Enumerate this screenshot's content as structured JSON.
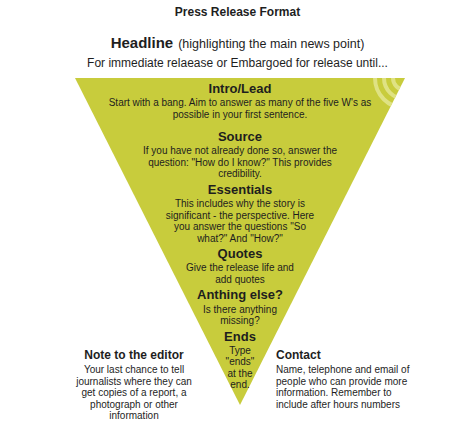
{
  "diagram": {
    "title": "Press Release Format",
    "nodes": [
      {
        "text": [
          "Intro/Lead",
          "Start with a bang. Aim to answer as many of the five W's as possible in your first sentence.",
          "Source",
          "If you have not already done so, answer the question: \"How do I know?\" This provides credibility.",
          "Essentials",
          "This includes why the story is significant - the perspective. Here you answer the questions \"So what?\" And \"How?\"",
          "Quotes",
          "Give the release life and add quotes",
          "Anthing else?",
          "Is there anything missing?",
          "Ends",
          "Type \"ends\" at the end."
        ]
      }
    ],
    "labels": [
      "Headline",
      "(highlighting the main news point)",
      "For immediate relaease or Embargoed for release until...",
      "Note to the editor",
      "Your last chance to tell journalists where they can get copies of a report, a photograph or other information",
      "Contact",
      "Name, telephone and email of people who can provide more information. Remember to include after hours numbers"
    ]
  }
}
